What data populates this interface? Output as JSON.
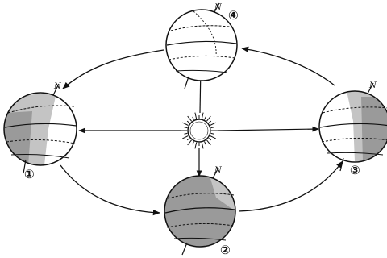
{
  "diagram": {
    "sun_icon": "sun-icon",
    "colors": {
      "ink": "#111111",
      "shade": "#9a9a9a",
      "light_shade": "#c4c4c4",
      "paper": "#ffffff"
    },
    "positions": [
      {
        "id": "1",
        "label": "①",
        "pole_label": "N"
      },
      {
        "id": "2",
        "label": "②",
        "pole_label": "N"
      },
      {
        "id": "3",
        "label": "③",
        "pole_label": "N"
      },
      {
        "id": "4",
        "label": "④",
        "pole_label": "N"
      }
    ]
  }
}
